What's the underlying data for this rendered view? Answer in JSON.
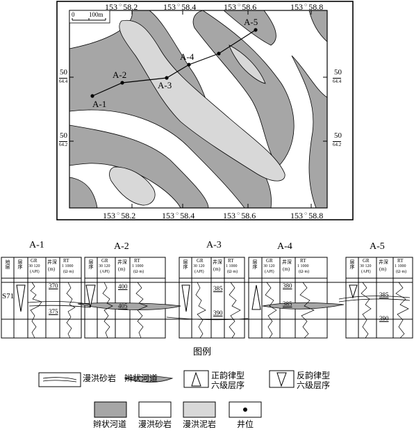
{
  "map": {
    "top_coords": [
      "153",
      "58.2",
      "153",
      "58.4",
      "153",
      "58.6",
      "153",
      "58.8"
    ],
    "bottom_coords": [
      "153",
      "58.2",
      "153",
      "58.4",
      "153",
      "58.6",
      "153",
      "58.8"
    ],
    "left_coords": [
      "50",
      "64.4",
      "50",
      "64.2"
    ],
    "right_coords": [
      "50",
      "64.4",
      "50",
      "64.2"
    ],
    "scale_zero": "0",
    "scale_label": "100m",
    "wells": [
      "A-1",
      "A-2",
      "A-3",
      "A-4",
      "A-5"
    ],
    "colors": {
      "river": "#a6a6a6",
      "mud": "#d8d8d8",
      "sand": "#ffffff"
    }
  },
  "section": {
    "well_titles": [
      "A-1",
      "A-2",
      "A-3",
      "A-4",
      "A-5"
    ],
    "h_strat": "地层",
    "h_seq": "层序",
    "h_gr": "GR",
    "h_gr_range": "30 120",
    "h_gr_unit": "(API)",
    "h_depth": "井深",
    "h_depth_unit": "(m)",
    "h_rt": "RT",
    "h_rt_range": "1   1000",
    "h_rt_unit": "(Ω·m)",
    "strat_label": "S71",
    "depths": {
      "a1": [
        "370",
        "375"
      ],
      "a2": [
        "400",
        "405"
      ],
      "a3": [
        "385",
        "390"
      ],
      "a4": [
        "380",
        "385"
      ],
      "a5": [
        "385",
        "390"
      ]
    }
  },
  "legend": {
    "title": "图例",
    "flood_sand_sym": "漫洪砂岩",
    "braided_sym": "辫状河道",
    "pos_rhythm": [
      "正韵律型",
      "六级层序"
    ],
    "neg_rhythm": [
      "反韵律型",
      "六级层序"
    ],
    "braided": "辫状河道",
    "flood_sand": "漫洪砂岩",
    "flood_mud": "漫洪泥岩",
    "well": "井位"
  }
}
